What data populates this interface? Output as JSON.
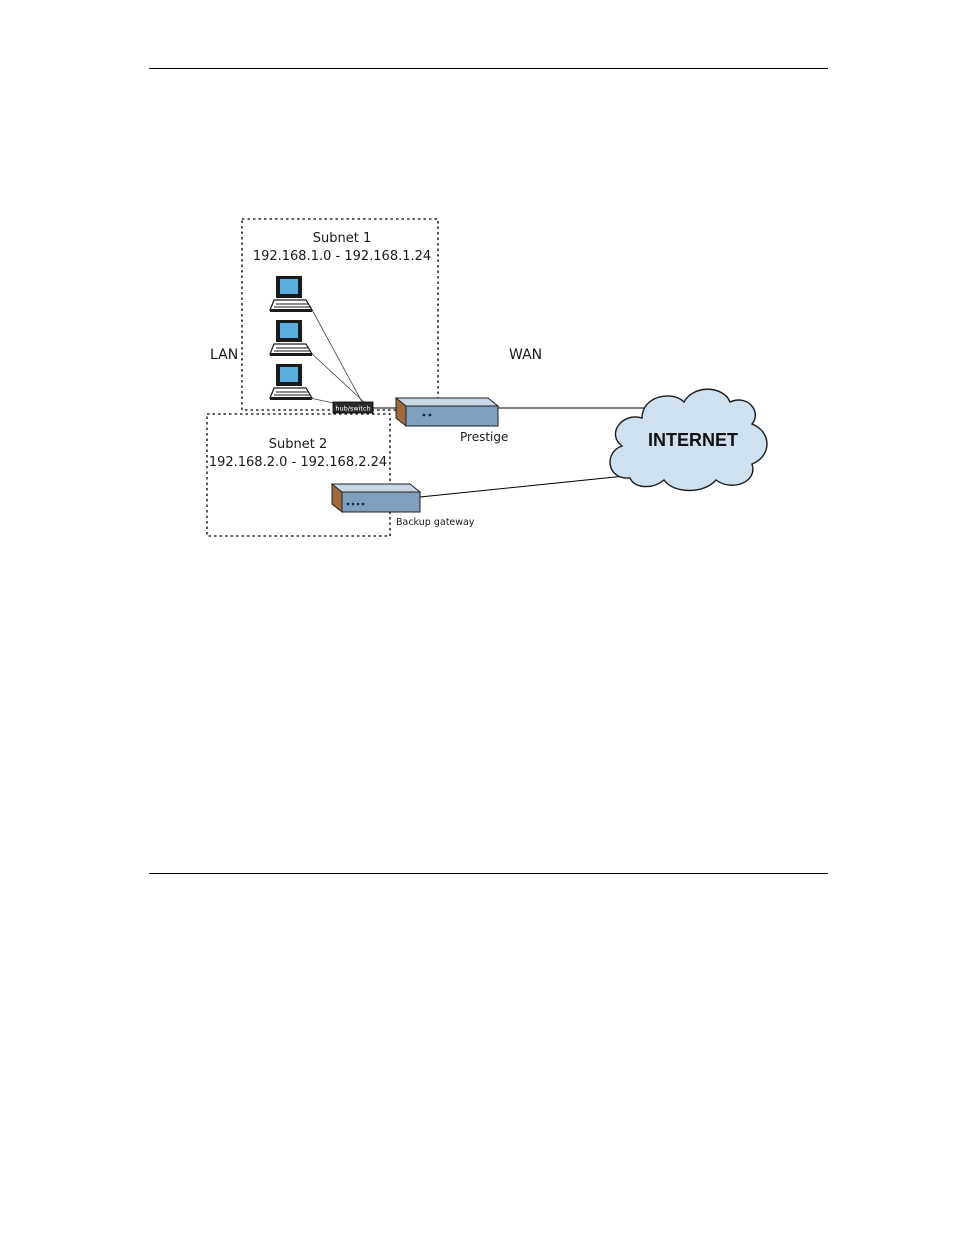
{
  "labels": {
    "lan": "LAN",
    "wan": "WAN",
    "internet": "INTERNET",
    "hub": "hub/switch",
    "prestige": "Prestige",
    "backup_gateway": "Backup gateway"
  },
  "subnets": [
    {
      "name": "Subnet 1",
      "range": "192.168.1.0 - 192.168.1.24"
    },
    {
      "name": "Subnet 2",
      "range": "192.168.2.0 - 192.168.2.24"
    }
  ],
  "colors": {
    "screen": "#5aaee0",
    "device_top": "#c9d7e6",
    "device_front": "#7f9fbe",
    "device_side": "#9c6a3e",
    "cloud_fill": "#cfe0ef",
    "hub_fill": "#2b2b2b"
  },
  "icons": {
    "computer": "computer-icon",
    "router": "router-icon",
    "cloud": "cloud-icon",
    "hub": "hub-icon"
  }
}
